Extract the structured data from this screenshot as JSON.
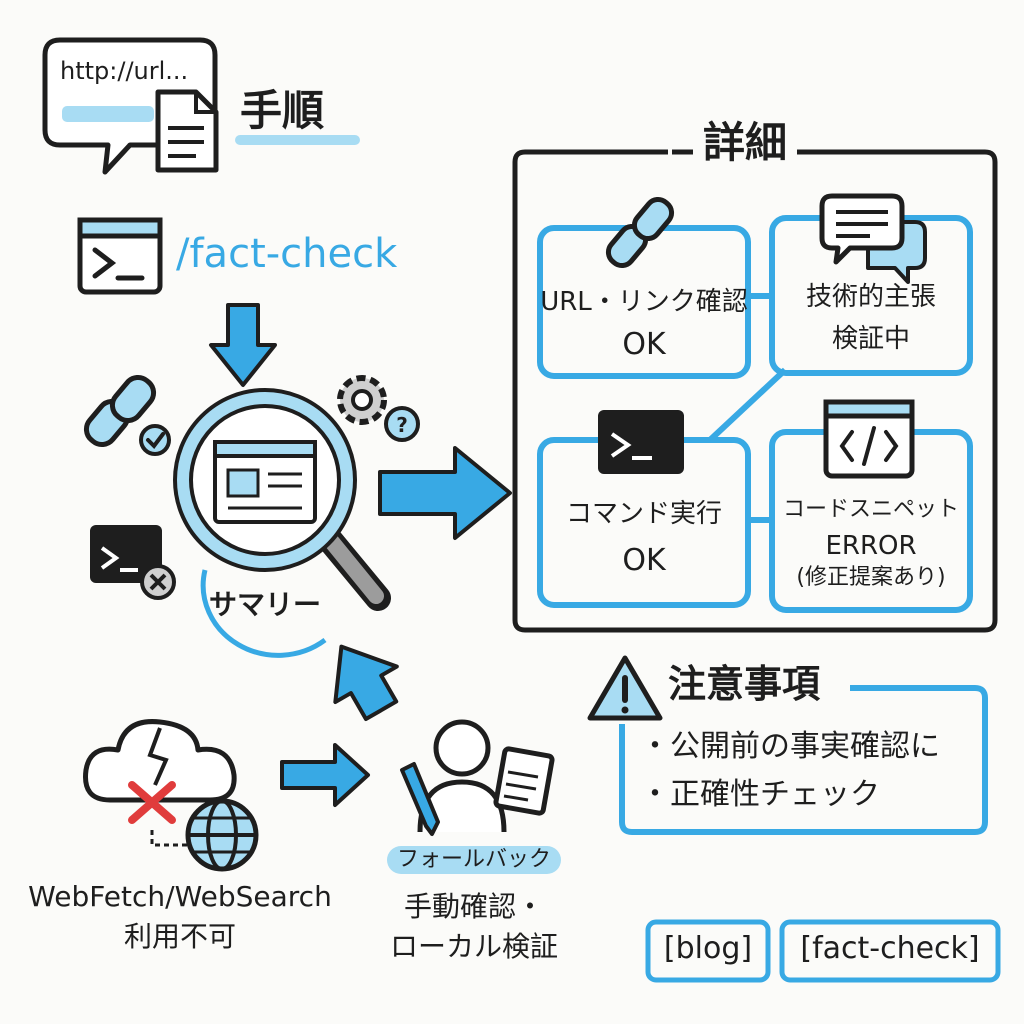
{
  "url_bubble": {
    "text": "http://url..."
  },
  "steps": {
    "title": "手順"
  },
  "command": {
    "text": "/fact-check"
  },
  "summary": {
    "label": "サマリー"
  },
  "details": {
    "title": "詳細",
    "cards": [
      {
        "label": "URL・リンク確認",
        "status": "OK"
      },
      {
        "label": "技術的主張",
        "status": "検証中"
      },
      {
        "label": "コマンド実行",
        "status": "OK"
      },
      {
        "label": "コードスニペット",
        "status": "ERROR",
        "note": "(修正提案あり)"
      }
    ]
  },
  "caution": {
    "title": "注意事項",
    "items": [
      "・公開前の事実確認に",
      "・正確性チェック"
    ]
  },
  "webfetch": {
    "line1": "WebFetch/WebSearch",
    "line2": "利用不可"
  },
  "fallback": {
    "badge": "フォールバック",
    "line1": "手動確認・",
    "line2": "ローカル検証"
  },
  "tags": [
    "[blog]",
    "[fact-check]"
  ],
  "colors": {
    "accent": "#38a9e4",
    "light_accent": "#a8dcf3",
    "ink": "#1e1e1e",
    "error": "#e03c3c"
  }
}
